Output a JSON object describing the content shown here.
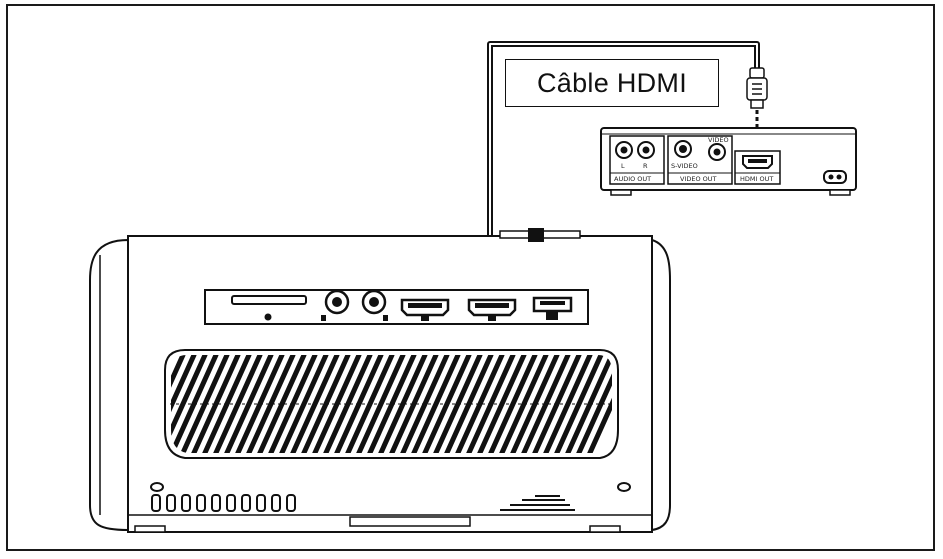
{
  "diagram": {
    "cable_label": "Câble HDMI",
    "source_device": {
      "audio_out_label": "AUDIO OUT",
      "audio_l": "L",
      "audio_r": "R",
      "svideo_label": "S-VIDEO",
      "video_label": "VIDEO",
      "video_out_label": "VIDEO OUT",
      "hdmi_out_label": "HDMI OUT"
    }
  },
  "colors": {
    "line": "#111111",
    "cable": "#1a1a1a",
    "background": "#ffffff"
  }
}
